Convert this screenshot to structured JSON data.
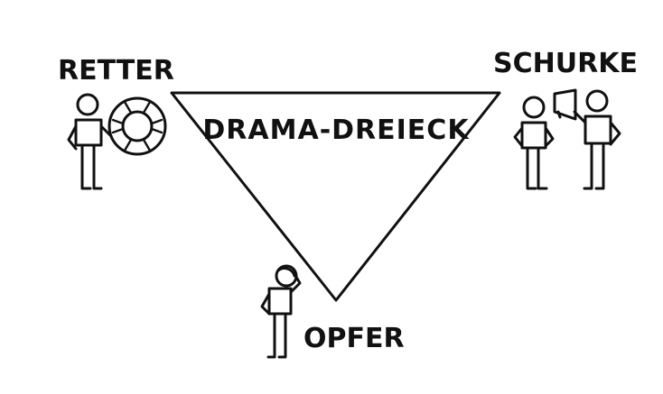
{
  "diagram": {
    "title": "DRAMA-DREIECK",
    "roles": {
      "rescuer": "RETTER",
      "villain": "SCHURKE",
      "victim": "OPFER"
    }
  }
}
